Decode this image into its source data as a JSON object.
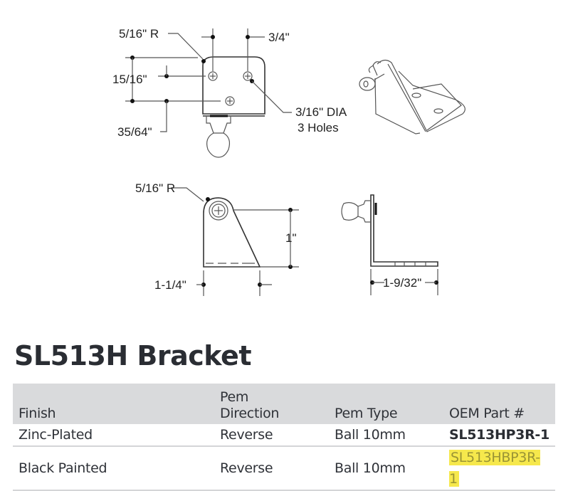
{
  "diagram": {
    "top_view_labels": {
      "corner_radius": "5/16\" R",
      "hole_spacing_horizontal": "3/4\"",
      "hole_spacing_vertical": "15/16\"",
      "bottom_hole_offset": "35/64\"",
      "hole_diameter": "3/16\" DIA",
      "hole_count": "3 Holes"
    },
    "side_view_labels": {
      "corner_radius": "5/16\" R",
      "height": "1\"",
      "base_width": "1-1/4\""
    },
    "end_view_labels": {
      "leg_length": "1-9/32\""
    }
  },
  "product": {
    "title": "SL513H Bracket"
  },
  "table": {
    "headers": [
      "Finish",
      "Pem\nDirection",
      "Pem Type",
      "OEM Part #"
    ],
    "header_lines": [
      [
        "Finish"
      ],
      [
        "Pem",
        "Direction"
      ],
      [
        "Pem Type"
      ],
      [
        "OEM Part #"
      ]
    ],
    "rows": [
      {
        "finish": "Zinc-Plated",
        "pem_direction": "Reverse",
        "pem_type": "Ball 10mm",
        "oem_part": "SL513HP3R-1",
        "highlighted": false
      },
      {
        "finish": "Black Painted",
        "pem_direction": "Reverse",
        "pem_type": "Ball 10mm",
        "oem_part": "SL513HBP3R-1",
        "highlighted": true
      }
    ]
  },
  "colors": {
    "header_bg": "#d9dadc",
    "highlight": "#f6e84c",
    "highlight_text": "#9a9434",
    "text": "#2a2d33"
  }
}
